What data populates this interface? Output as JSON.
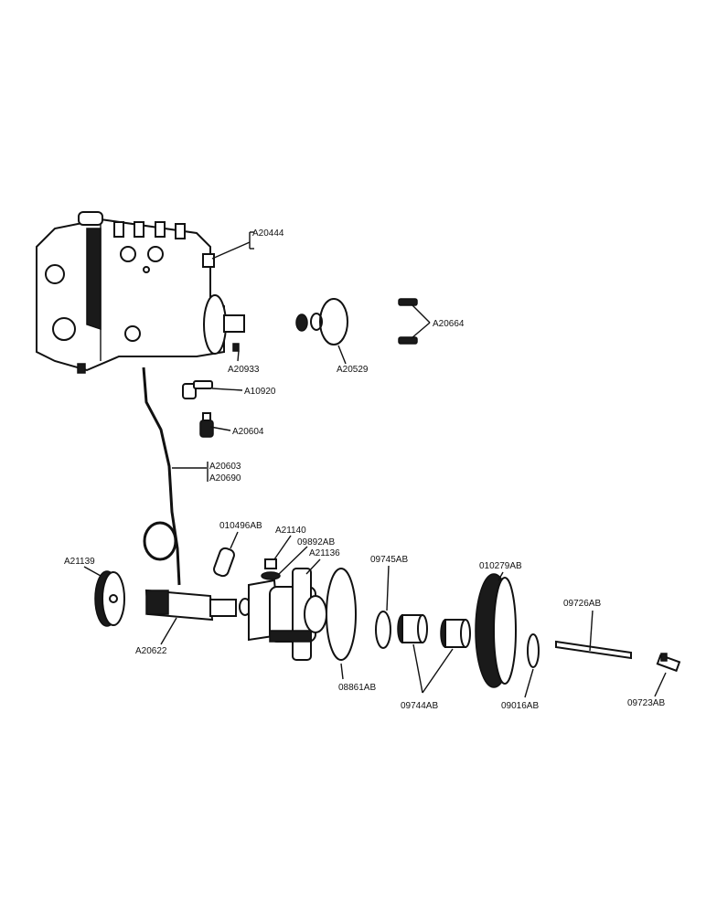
{
  "labels": {
    "a20444": "A20444",
    "a20664": "A20664",
    "a20529": "A20529",
    "a20933": "A20933",
    "a10920": "A10920",
    "a20604": "A20604",
    "a20603": "A20603",
    "a20690": "A20690",
    "p010496ab": "010496AB",
    "a21140": "A21140",
    "p09892ab": "09892AB",
    "a21136": "A21136",
    "a21139": "A21139",
    "a20622": "A20622",
    "p09745ab": "09745AB",
    "p010279ab": "010279AB",
    "p09726ab": "09726AB",
    "p08861ab": "08861AB",
    "p09744ab": "09744AB",
    "p09016ab": "09016AB",
    "p09723ab": "09723AB"
  }
}
